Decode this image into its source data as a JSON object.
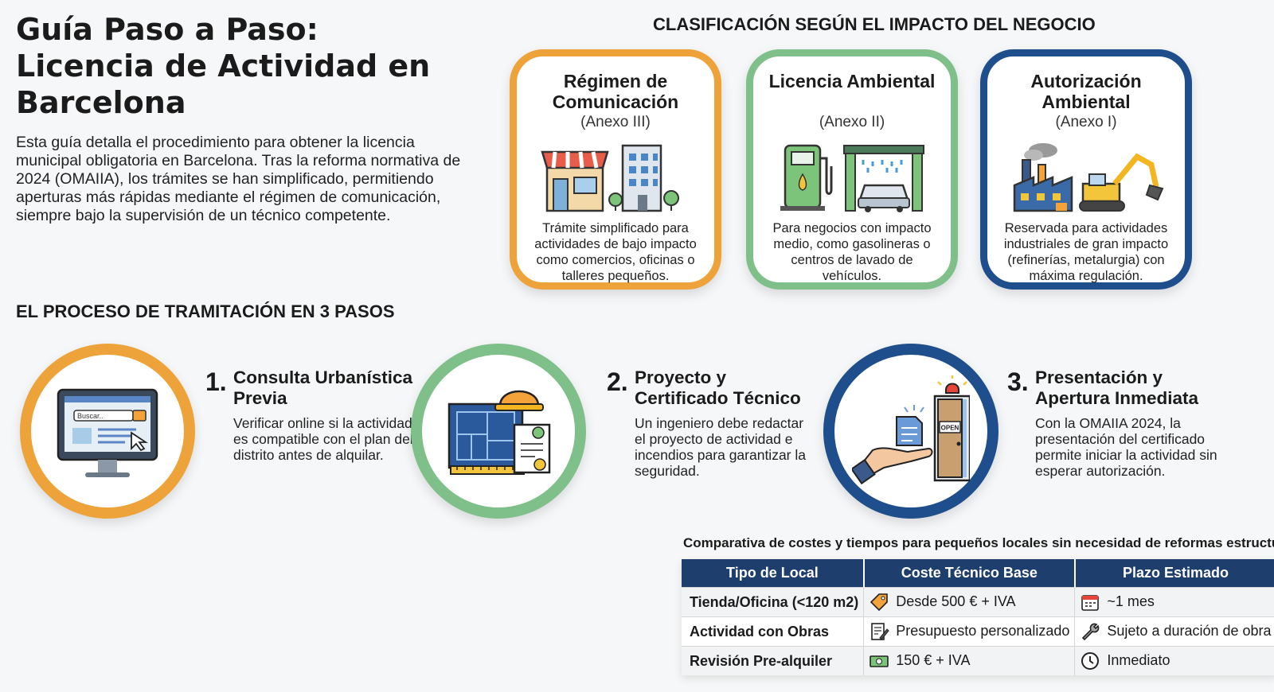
{
  "title": "Guía Paso a Paso: Licencia de Actividad en Barcelona",
  "intro": "Esta guía detalla el procedimiento para obtener la licencia municipal obligatoria en Barcelona. Tras la reforma normativa de 2024 (OMAIIA), los trámites se han simplificado, permitiendo aperturas más rápidas mediante el régimen de comunicación, siempre bajo la supervisión de un técnico competente.",
  "classification": {
    "heading": "CLASIFICACIÓN SEGÚN EL IMPACTO DEL NEGOCIO",
    "cards": [
      {
        "title": "Régimen de Comunicación",
        "subtitle": "(Anexo III)",
        "desc": "Trámite simplificado para actividades de bajo impacto como comercios, oficinas o talleres pequeños.",
        "color": "#eea33a",
        "icons": [
          "store-icon",
          "office-building-icon"
        ]
      },
      {
        "title": "Licencia Ambiental",
        "subtitle": "(Anexo II)",
        "desc": "Para negocios con impacto medio, como gasolineras o centros de lavado de vehículos.",
        "color": "#7fc08a",
        "icons": [
          "fuel-pump-icon",
          "car-wash-icon"
        ]
      },
      {
        "title": "Autorización Ambiental",
        "subtitle": "(Anexo I)",
        "desc": "Reservada para actividades industriales de gran impacto (refinerías, metalurgia) con máxima regulación.",
        "color": "#1e4f8c",
        "icons": [
          "factory-icon",
          "excavator-icon"
        ]
      }
    ]
  },
  "process": {
    "heading": "EL PROCESO DE TRAMITACIÓN EN 3 PASOS",
    "steps": [
      {
        "num": "1.",
        "title": "Consulta Urbanística Previa",
        "desc": "Verificar online si la actividad es compatible con el plan del distrito antes de alquilar.",
        "color": "#eea33a",
        "search_placeholder": "Buscar.."
      },
      {
        "num": "2.",
        "title": "Proyecto y Certificado Técnico",
        "desc": "Un ingeniero debe redactar el proyecto de actividad e incendios para garantizar la seguridad.",
        "color": "#7fc08a"
      },
      {
        "num": "3.",
        "title": "Presentación y Apertura Inmediata",
        "desc": "Con la OMAIIA 2024, la presentación del certificado permite iniciar la actividad sin esperar autorización.",
        "color": "#1e4f8c",
        "door_sign": "OPEN"
      }
    ]
  },
  "table": {
    "caption": "Comparativa de costes y tiempos para pequeños locales sin necesidad de reformas estructurales",
    "headers": [
      "Tipo de Local",
      "Coste Técnico Base",
      "Plazo Estimado"
    ],
    "rows": [
      {
        "type": "Tienda/Oficina (<120 m2)",
        "cost": "Desde 500 € + IVA",
        "cost_icon": "price-tag-icon",
        "time": "~1 mes",
        "time_icon": "calendar-icon"
      },
      {
        "type": "Actividad con Obras",
        "cost": "Presupuesto personalizado",
        "cost_icon": "document-edit-icon",
        "time": "Sujeto a duración de obra",
        "time_icon": "wrench-icon"
      },
      {
        "type": "Revisión Pre-alquiler",
        "cost": "150 € + IVA",
        "cost_icon": "money-icon",
        "time": "Inmediato",
        "time_icon": "clock-icon"
      }
    ]
  }
}
